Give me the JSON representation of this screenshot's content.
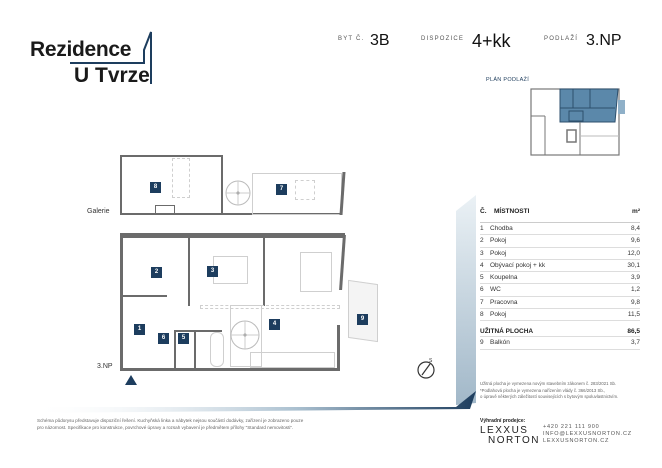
{
  "logo": {
    "line1": "Rezidence",
    "line2": "U Tvrze"
  },
  "header": {
    "unit_label": "BYT Č.",
    "unit_value": "3B",
    "layout_label": "DISPOZICE",
    "layout_value": "4+kk",
    "floor_label": "PODLAŽÍ",
    "floor_value": "3.NP"
  },
  "floor_plan_label": "PLÁN PODLAŽÍ",
  "plan": {
    "upper_level_label": "Galerie",
    "lower_level_label": "3.NP",
    "room_badges": [
      "1",
      "2",
      "3",
      "4",
      "5",
      "6",
      "7",
      "8",
      "9"
    ]
  },
  "rooms_table": {
    "col_no": "Č.",
    "col_room": "MÍSTNOSTI",
    "col_area": "m²",
    "rows": [
      {
        "no": "1",
        "name": "Chodba",
        "area": "8,4"
      },
      {
        "no": "2",
        "name": "Pokoj",
        "area": "9,6"
      },
      {
        "no": "3",
        "name": "Pokoj",
        "area": "12,0"
      },
      {
        "no": "4",
        "name": "Obývací pokoj + kk",
        "area": "30,1"
      },
      {
        "no": "5",
        "name": "Koupelna",
        "area": "3,9"
      },
      {
        "no": "6",
        "name": "WC",
        "area": "1,2"
      },
      {
        "no": "7",
        "name": "Pracovna",
        "area": "9,8"
      },
      {
        "no": "8",
        "name": "Pokoj",
        "area": "11,5"
      }
    ],
    "total_label": "UŽITNÁ PLOCHA",
    "total_value": "86,5",
    "extra_rows": [
      {
        "no": "9",
        "name": "Balkón",
        "area": "3,7"
      }
    ]
  },
  "notes": {
    "line1": "Užitná plocha je vymezena novým stavebním zákonem č. 283/2021 Sb.",
    "line2": "*Podlahová plocha je vymezena nařízením vlády č. 366/2013 Sb.,",
    "line3": "o úpravě některých záležitostí souvisejících s bytovým spoluvlastnictvím."
  },
  "disclaimer": {
    "line1": "Schéma půdorysu představuje dispoziční řešení. Kuchyňská linka a nábytek nejsou součástí dodávky, zařízení je zobrazeno pouze",
    "line2": "pro názornost. Specifikace pro konstrukce, povrchové úpravy a rozsah vybavení je předmětem přílohy \"Standard nemovitosti\"."
  },
  "seller": {
    "label": "Výhradní prodejce:",
    "brand_line1": "LEXXUS",
    "brand_line2": "NORTON",
    "phone": "+420 221 111 900",
    "email": "INFO@LEXXUSNORTON.CZ",
    "web": "LEXXUSNORTON.CZ"
  },
  "compass": {
    "north_label": "S"
  },
  "colors": {
    "accent": "#1d3d5e",
    "highlight": "#5b88aa",
    "wall": "#6b6b6b"
  }
}
